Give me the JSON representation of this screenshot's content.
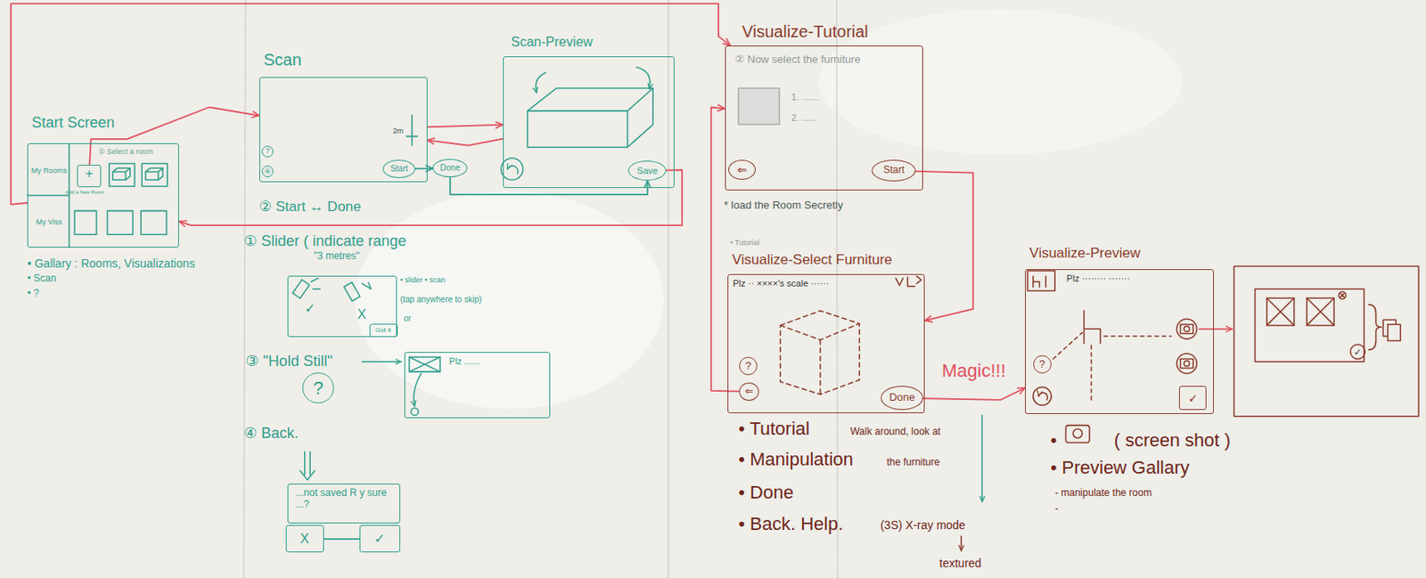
{
  "diagram": {
    "nodes": [
      {
        "text": [
          "Start Screen"
        ]
      },
      {
        "text": [
          "My Rooms"
        ],
        "in": 0
      },
      {
        "text": [
          "My Viss"
        ],
        "in": 0
      },
      {
        "text": [
          "+",
          "Add a New Room"
        ],
        "in": 0
      },
      {
        "text": [
          "Scan"
        ]
      },
      {
        "text": [
          "?"
        ],
        "in": 4
      },
      {
        "text": [
          "④"
        ],
        "in": 4
      },
      {
        "text": [
          "Start"
        ],
        "in": 4
      },
      {
        "text": [
          "Done"
        ]
      },
      {
        "text": [
          "Scan-Preview"
        ]
      },
      {
        "text": [
          "Save"
        ],
        "in": 9
      },
      {
        "text": [
          "✓",
          "X"
        ]
      },
      {
        "text": [
          "Got it"
        ],
        "in": 11
      },
      {
        "text": [
          "?"
        ]
      },
      {
        "text": [
          "Plz ......"
        ]
      },
      {
        "text": [
          "...not saved R y sure ...?"
        ]
      },
      {
        "text": [
          "X"
        ]
      },
      {
        "text": [
          "✓"
        ]
      },
      {
        "text": [
          "Visualize-Tutorial",
          "② Now select the furniture"
        ]
      },
      {
        "text": [
          "⇐"
        ],
        "in": 18
      },
      {
        "text": [
          "Start"
        ],
        "in": 18
      },
      {
        "text": [
          "Visualize-Select Furniture",
          "Plz ·· ××××'s scale ······"
        ]
      },
      {
        "text": [
          "?"
        ],
        "in": 21
      },
      {
        "text": [
          "⇐"
        ],
        "in": 21
      },
      {
        "text": [
          "Done"
        ],
        "in": 21
      },
      {
        "text": [
          "Visualize-Preview",
          "Plz ········ ·······"
        ]
      },
      {
        "text": [
          "?"
        ],
        "in": 25
      },
      {
        "text": [
          "✓"
        ],
        "in": 25
      }
    ],
    "edges": [
      {
        "from": 3,
        "to": 4,
        "arrow": "to"
      },
      {
        "from": 4,
        "to": 9,
        "arrow": "to"
      },
      {
        "from": 9,
        "to": 4,
        "arrow": "to"
      },
      {
        "from": 7,
        "to": 8,
        "arrow": "to"
      },
      {
        "from": 8,
        "to": 10,
        "arrow": "to"
      },
      {
        "from": 10,
        "to": 0,
        "arrow": "to"
      },
      {
        "from": 0,
        "to": 18,
        "arrow": "to"
      },
      {
        "from": 20,
        "to": 21,
        "arrow": "to"
      },
      {
        "from": 23,
        "to": 18,
        "arrow": "to"
      },
      {
        "from": 24,
        "to": 25,
        "label": "Magic!!!",
        "arrow": "to"
      },
      {
        "from": 16,
        "to": 17,
        "arrow": "none"
      }
    ],
    "labels": [
      "① Select a room",
      "• Gallary : Rooms, Visualizations",
      "• Scan",
      "• ?",
      "2m",
      "② Start ↔ Done",
      "① Slider ( indicate range",
      "\"3 metres\"",
      "• slider • scan",
      "(tap anywhere to skip)",
      "or",
      "③ \"Hold Still\"",
      "④ Back.",
      "1. .......",
      "2. ......",
      "* load the Room Secretly",
      "• Tutorial",
      "• Tutorial",
      "Walk around, look at",
      "• Manipulation",
      "the furniture",
      "• Done",
      "• Back. Help.",
      "(3S) X-ray mode",
      "textured",
      "•",
      "( screen shot )",
      "• Preview Gallary",
      "- manipulate the room",
      "-",
      "✓"
    ]
  }
}
